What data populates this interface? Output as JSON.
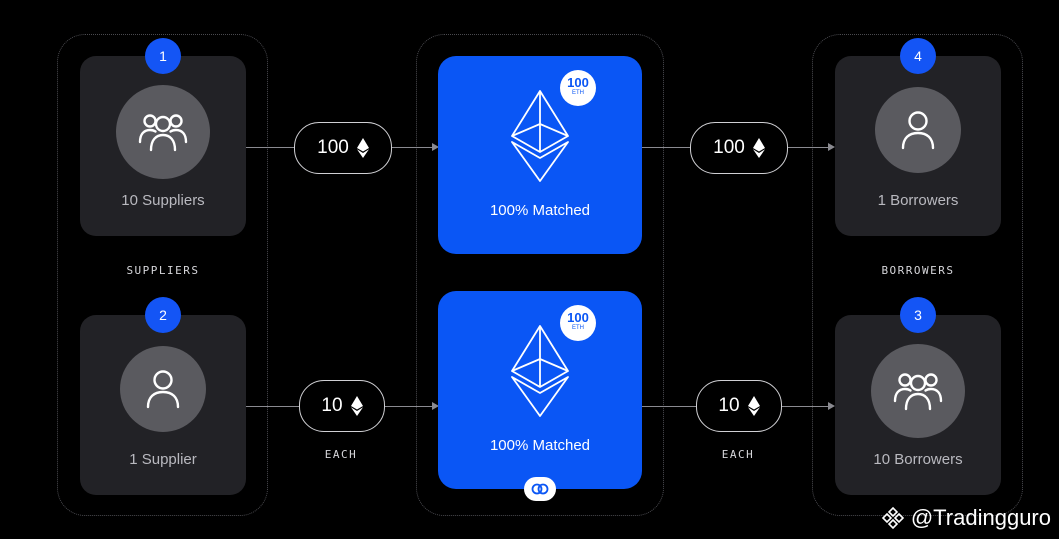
{
  "nodes": {
    "suppliers_many": {
      "number": "1",
      "label": "10 Suppliers"
    },
    "supplier_one": {
      "number": "2",
      "label": "1 Supplier"
    },
    "borrower_one": {
      "number": "4",
      "label": "1 Borrowers"
    },
    "borrowers_many": {
      "number": "3",
      "label": "10 Borrowers"
    }
  },
  "captions": {
    "suppliers": "SUPPLIERS",
    "borrowers": "BORROWERS",
    "each_left": "EACH",
    "each_right": "EACH"
  },
  "flows": {
    "top_left": "100",
    "top_right": "100",
    "bottom_left": "10",
    "bottom_right": "10"
  },
  "pools": {
    "top": {
      "label": "100% Matched",
      "badge_amount": "100",
      "badge_unit": "ETH"
    },
    "bottom": {
      "label": "100% Matched",
      "badge_amount": "100",
      "badge_unit": "ETH"
    }
  },
  "watermark": {
    "text": "@Tradingguro"
  },
  "colors": {
    "accent_blue": "#0a56f5",
    "card_bg": "#222226",
    "background": "#000000"
  }
}
